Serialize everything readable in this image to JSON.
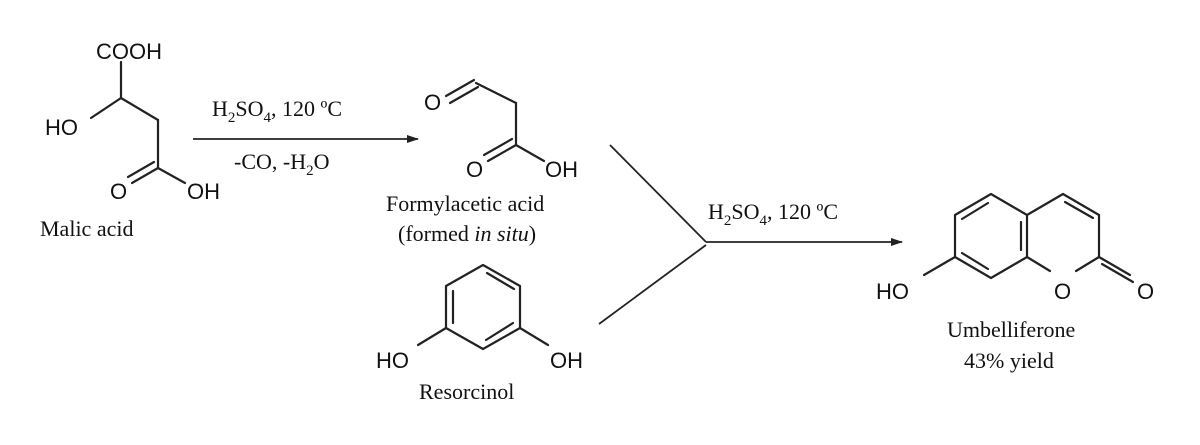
{
  "compounds": {
    "malic_acid": {
      "name": "Malic acid",
      "atoms": {
        "cooh": "COOH",
        "ho": "HO",
        "o": "O",
        "oh": "OH"
      }
    },
    "formylacetic_acid": {
      "name": "Formylacetic acid",
      "note_open": "(formed ",
      "note_italic": "in situ",
      "note_close": ")",
      "atoms": {
        "o_ald": "O",
        "o_acid": "O",
        "oh": "OH"
      }
    },
    "resorcinol": {
      "name": "Resorcinol",
      "atoms": {
        "ho": "HO",
        "oh": "OH"
      }
    },
    "umbelliferone": {
      "name": "Umbelliferone",
      "yield": "43% yield",
      "atoms": {
        "ho": "HO",
        "o_ring": "O",
        "o_carbonyl": "O"
      }
    }
  },
  "step1": {
    "above": {
      "p1": "H",
      "s1": "2",
      "p2": "SO",
      "s2": "4",
      "p3": ", 120 ºC"
    },
    "below": {
      "p1": "-CO, -H",
      "s1": "2",
      "p2": "O"
    }
  },
  "step2": {
    "above": {
      "p1": "H",
      "s1": "2",
      "p2": "SO",
      "s2": "4",
      "p3": ", 120 ºC"
    }
  }
}
